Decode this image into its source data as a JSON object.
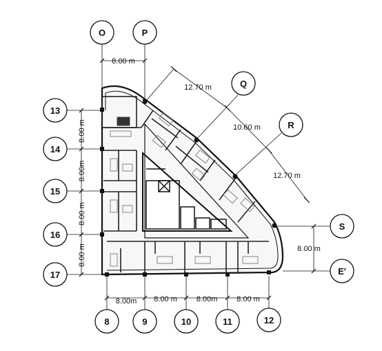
{
  "grid_bubbles": {
    "top": [
      "O",
      "P"
    ],
    "diagonal": [
      "Q",
      "R"
    ],
    "right": [
      "S",
      "E'"
    ],
    "left": [
      "13",
      "14",
      "15",
      "16",
      "17"
    ],
    "bottom": [
      "8",
      "9",
      "10",
      "11",
      "12"
    ]
  },
  "dimensions": {
    "top": "8.00 m",
    "diag_1": "12.70 m",
    "diag_2": "10.60 m",
    "diag_3": "12.70 m",
    "right": "8.00 m",
    "left_1": "8.00 m",
    "left_2": "8.00m",
    "left_3": "8.00 m",
    "left_4": "8.00 m",
    "bottom_1": "8.00m",
    "bottom_2": "8.00 m",
    "bottom_3": "8.00m",
    "bottom_4": "8.00 m"
  },
  "colors": {
    "line": "#111111",
    "wall": "#222222",
    "room_fill": "#f4f4f4",
    "furniture": "#777777"
  }
}
